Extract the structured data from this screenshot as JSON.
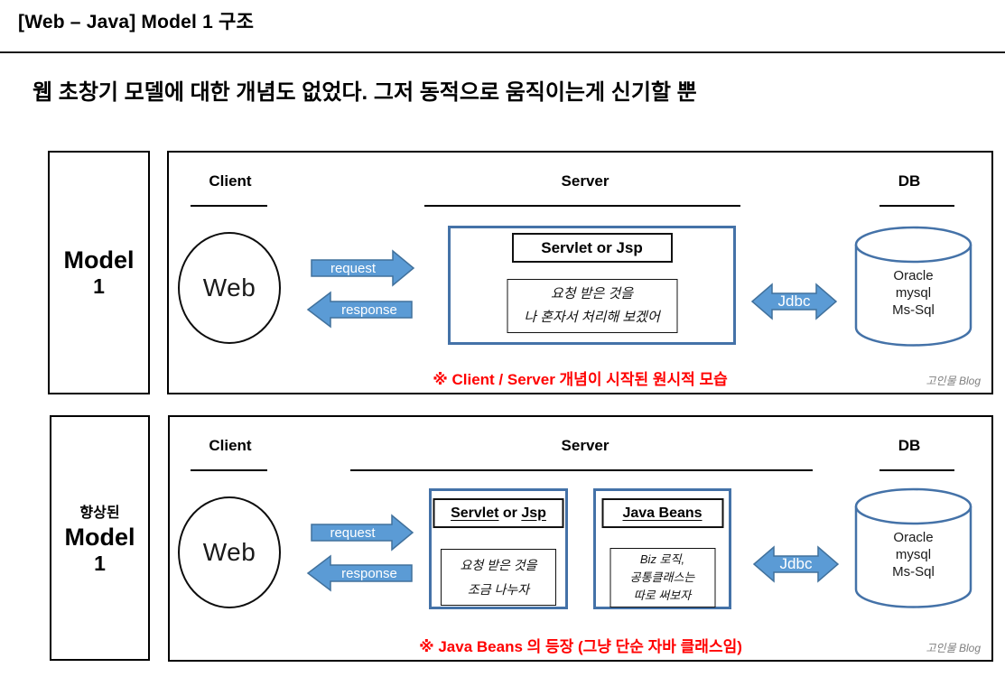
{
  "header": {
    "title": "[Web – Java] Model 1 구조",
    "subtitle": "웹 초창기 모델에 대한 개념도 없었다. 그저 동적으로 움직이는게 신기할 뿐"
  },
  "colors": {
    "arrow_fill": "#5b9bd5",
    "arrow_border": "#41719c",
    "shape_border": "#4472a8",
    "note_red": "#ff0000",
    "credit_gray": "#7f7f7f"
  },
  "panels": [
    {
      "label_lines": [
        "Model",
        "1"
      ],
      "columns": {
        "client": "Client",
        "server": "Server",
        "db": "DB"
      },
      "client_node": "Web",
      "request_label": "request",
      "response_label": "response",
      "server_unit": {
        "title": "Servlet or Jsp",
        "note_lines": [
          "요청 받은 것을",
          "나 혼자서 처리해 보겠어"
        ]
      },
      "jdbc_label": "Jdbc",
      "db_lines": [
        "Oracle",
        "mysql",
        "Ms-Sql"
      ],
      "note": "※ Client / Server 개념이 시작된 원시적 모습",
      "credit": "고인물 Blog"
    },
    {
      "label_prefix": "향상된",
      "label_lines": [
        "Model",
        "1"
      ],
      "columns": {
        "client": "Client",
        "server": "Server",
        "db": "DB"
      },
      "client_node": "Web",
      "request_label": "request",
      "response_label": "response",
      "servlet_unit": {
        "title_a": "Servlet",
        "title_mid": " or ",
        "title_b": "Jsp",
        "note_lines": [
          "요청 받은 것을",
          "조금 나누자"
        ]
      },
      "beans_unit": {
        "title": "Java Beans",
        "note_lines": [
          "Biz 로직,",
          "공통클래스는",
          "따로 써보자"
        ]
      },
      "jdbc_label": "Jdbc",
      "db_lines": [
        "Oracle",
        "mysql",
        "Ms-Sql"
      ],
      "note": "※ Java Beans 의 등장 (그냥 단순 자바 클래스임)",
      "credit": "고인물 Blog"
    }
  ]
}
